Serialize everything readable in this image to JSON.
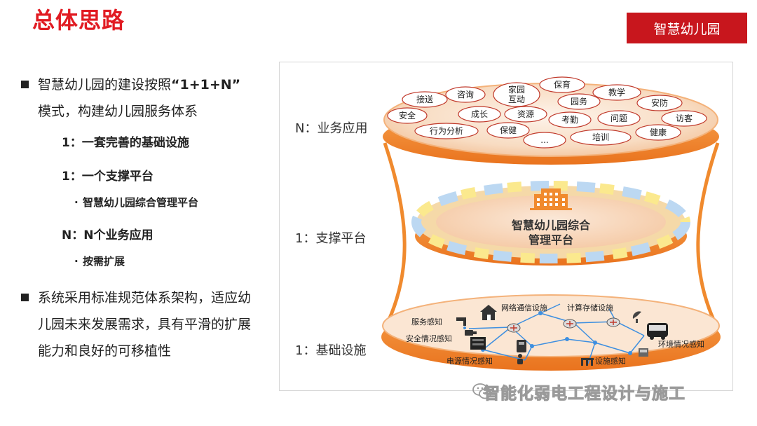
{
  "title": "总体思路",
  "badge": "智慧幼儿园",
  "bullet1": {
    "line1_pre": "智慧幼儿园的建设按照",
    "line1_q": "“1+1+N”",
    "line2": "模式，构建幼儿园服务体系"
  },
  "item_infra": "1：一套完善的基础设施",
  "item_platform": "1：一个支撑平台",
  "item_platform_sub": "智慧幼儿园综合管理平台",
  "item_apps": "N：N个业务应用",
  "item_apps_sub": "按需扩展",
  "bullet2": {
    "line1": "系统采用标准规范体系架构，适应幼",
    "line2": "儿园未来发展需求，具有平滑的扩展",
    "line3": "能力和良好的可移植性"
  },
  "layers": {
    "apps": "N：业务应用",
    "platform": "1：支撑平台",
    "infra": "1：基础设施"
  },
  "platform_name": {
    "line1": "智慧幼儿园综合",
    "line2": "管理平台"
  },
  "apps": {
    "jiesong": "接送",
    "zixun": "咨询",
    "jiayuan1": "家园",
    "jiayuan2": "互动",
    "baoyu": "保育",
    "jiaoxue": "教学",
    "yuanwu": "园务",
    "anfang": "安防",
    "anquan": "安全",
    "chengzhang": "成长",
    "ziyuan": "资源",
    "kaoqin": "考勤",
    "wenti": "问题",
    "fangke": "访客",
    "xingwei": "行为分析",
    "baojian": "保健",
    "peixun": "培训",
    "jiankang": "健康",
    "more": "..."
  },
  "infra": {
    "network": "网络通信设施",
    "compute": "计算存储设施",
    "service": "服务感知",
    "safety": "安全情况感知",
    "env": "环境情况感知",
    "power": "电源情况感知",
    "facility": "设施感知"
  },
  "watermark": "智能化弱电工程设计与施工",
  "colors": {
    "accent": "#e11b22",
    "orange": "#f08a2e",
    "badge": "#c8161d",
    "ellipse_border": "#c0392b"
  }
}
